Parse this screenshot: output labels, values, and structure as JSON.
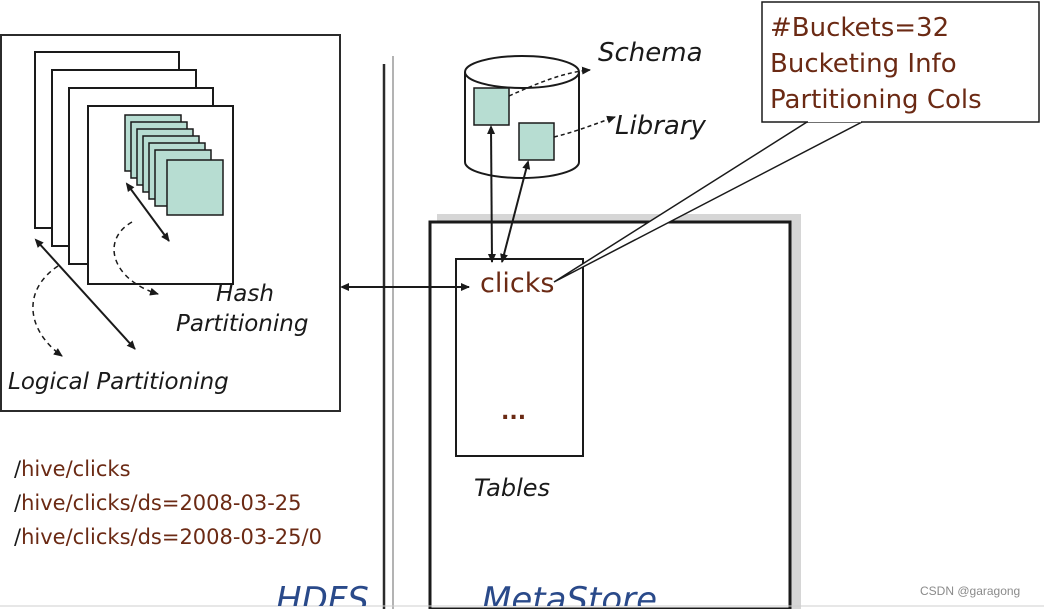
{
  "labels": {
    "schema": "Schema",
    "library": "Library",
    "hash_line1": "Hash",
    "hash_line2": "Partitioning",
    "logical": "Logical Partitioning",
    "tables": "Tables",
    "clicks": "clicks",
    "ellipsis": "...",
    "hdfs": "HDFS",
    "metastore": "MetaStore"
  },
  "callout": {
    "line1": "#Buckets=32",
    "line2": "Bucketing Info",
    "line3": "Partitioning Cols"
  },
  "paths": [
    {
      "prefix": "/",
      "rest": "hive/clicks"
    },
    {
      "prefix": "/",
      "rest": "hive/clicks/ds=2008-03-25"
    },
    {
      "prefix": "/",
      "rest": "hive/clicks/ds=2008-03-25/0"
    }
  ],
  "watermark": "CSDN @garagong",
  "colors": {
    "brown_text": "#6b2a14",
    "bucket_fill": "#b7ddd2",
    "line": "#1a1a1a",
    "hdfs_blue": "#2a4a8a"
  }
}
